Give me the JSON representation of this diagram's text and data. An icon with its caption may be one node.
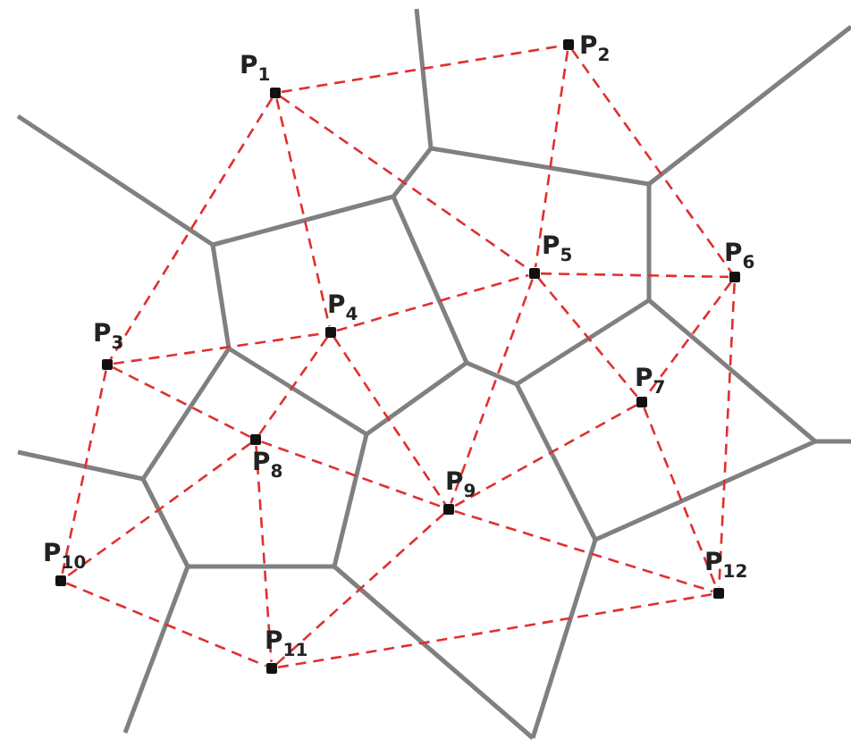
{
  "diagram": {
    "nodes": [
      {
        "text": [
          "P$_{1}$"
        ]
      },
      {
        "text": [
          "P$_{2}$"
        ]
      },
      {
        "text": [
          "P$_{3}$"
        ]
      },
      {
        "text": [
          "P$_{4}$"
        ]
      },
      {
        "text": [
          "P$_{5}$"
        ]
      },
      {
        "text": [
          "P$_{6}$"
        ]
      },
      {
        "text": [
          "P$_{7}$"
        ]
      },
      {
        "text": [
          "P$_{8}$"
        ]
      },
      {
        "text": [
          "P$_{9}$"
        ]
      },
      {
        "text": [
          "P$_{10}$"
        ]
      },
      {
        "text": [
          "P$_{11}$"
        ]
      },
      {
        "text": [
          "P$_{12}$"
        ]
      }
    ],
    "edges": [
      {
        "from": 0,
        "to": 1,
        "arrow": "none"
      },
      {
        "from": 0,
        "to": 2,
        "arrow": "none"
      },
      {
        "from": 0,
        "to": 3,
        "arrow": "none"
      },
      {
        "from": 0,
        "to": 4,
        "arrow": "none"
      },
      {
        "from": 1,
        "to": 4,
        "arrow": "none"
      },
      {
        "from": 1,
        "to": 5,
        "arrow": "none"
      },
      {
        "from": 2,
        "to": 3,
        "arrow": "none"
      },
      {
        "from": 2,
        "to": 7,
        "arrow": "none"
      },
      {
        "from": 2,
        "to": 9,
        "arrow": "none"
      },
      {
        "from": 3,
        "to": 4,
        "arrow": "none"
      },
      {
        "from": 3,
        "to": 7,
        "arrow": "none"
      },
      {
        "from": 3,
        "to": 8,
        "arrow": "none"
      },
      {
        "from": 4,
        "to": 5,
        "arrow": "none"
      },
      {
        "from": 4,
        "to": 8,
        "arrow": "none"
      },
      {
        "from": 4,
        "to": 6,
        "arrow": "none"
      },
      {
        "from": 5,
        "to": 6,
        "arrow": "none"
      },
      {
        "from": 5,
        "to": 11,
        "arrow": "none"
      },
      {
        "from": 6,
        "to": 8,
        "arrow": "none"
      },
      {
        "from": 6,
        "to": 11,
        "arrow": "none"
      },
      {
        "from": 7,
        "to": 8,
        "arrow": "none"
      },
      {
        "from": 7,
        "to": 9,
        "arrow": "none"
      },
      {
        "from": 7,
        "to": 10,
        "arrow": "none"
      },
      {
        "from": 8,
        "to": 10,
        "arrow": "none"
      },
      {
        "from": 8,
        "to": 11,
        "arrow": "none"
      },
      {
        "from": 9,
        "to": 10,
        "arrow": "none"
      },
      {
        "from": 10,
        "to": 11,
        "arrow": "none"
      }
    ]
  }
}
